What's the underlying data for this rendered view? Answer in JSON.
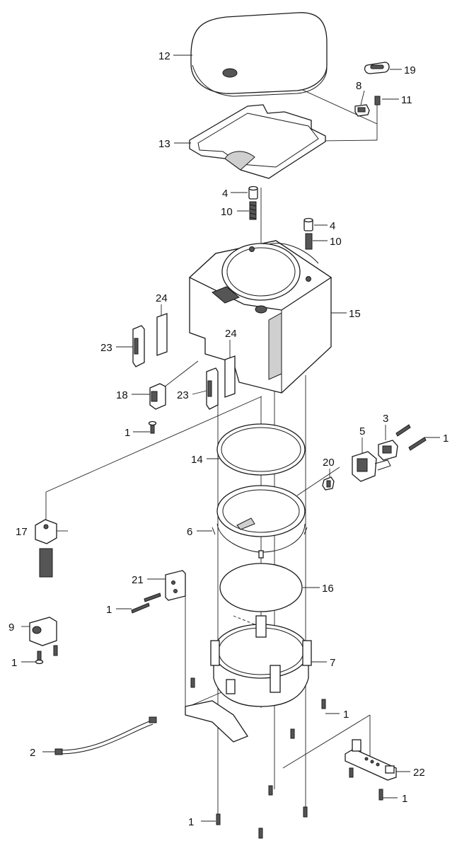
{
  "callouts": {
    "c1": "1",
    "c2": "2",
    "c3": "3",
    "c4": "4",
    "c5": "5",
    "c6": "6",
    "c7": "7",
    "c8": "8",
    "c9": "9",
    "c10": "10",
    "c11": "11",
    "c12": "12",
    "c13": "13",
    "c14": "14",
    "c15": "15",
    "c16": "16",
    "c17": "17",
    "c18": "18",
    "c19": "19",
    "c20": "20",
    "c21": "21",
    "c22": "22",
    "c23": "23",
    "c24": "24"
  },
  "colors": {
    "line": "#1a1a1a",
    "shade": "#555555",
    "background": "#ffffff"
  }
}
